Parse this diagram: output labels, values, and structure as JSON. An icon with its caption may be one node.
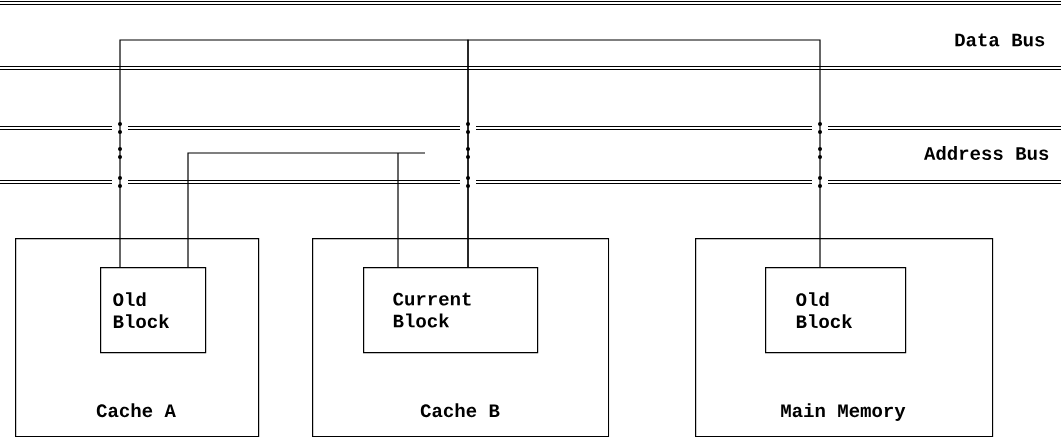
{
  "diagram": {
    "nodes": [
      {
        "text": [
          "Cache A"
        ]
      },
      {
        "text": [
          "Old Block"
        ],
        "in": 0
      },
      {
        "text": [
          "Cache B"
        ]
      },
      {
        "text": [
          "Current Block"
        ],
        "in": 2
      },
      {
        "text": [
          "Main Memory"
        ]
      },
      {
        "text": [
          "Old Block"
        ],
        "in": 4
      }
    ],
    "edges": [
      {
        "from": 1,
        "to": 3,
        "arrow": "none"
      },
      {
        "from": 3,
        "to": 5,
        "arrow": "none"
      },
      {
        "from": 1,
        "to": 3,
        "arrow": "none"
      }
    ],
    "labels": [
      "Data Bus",
      "Address Bus"
    ]
  }
}
